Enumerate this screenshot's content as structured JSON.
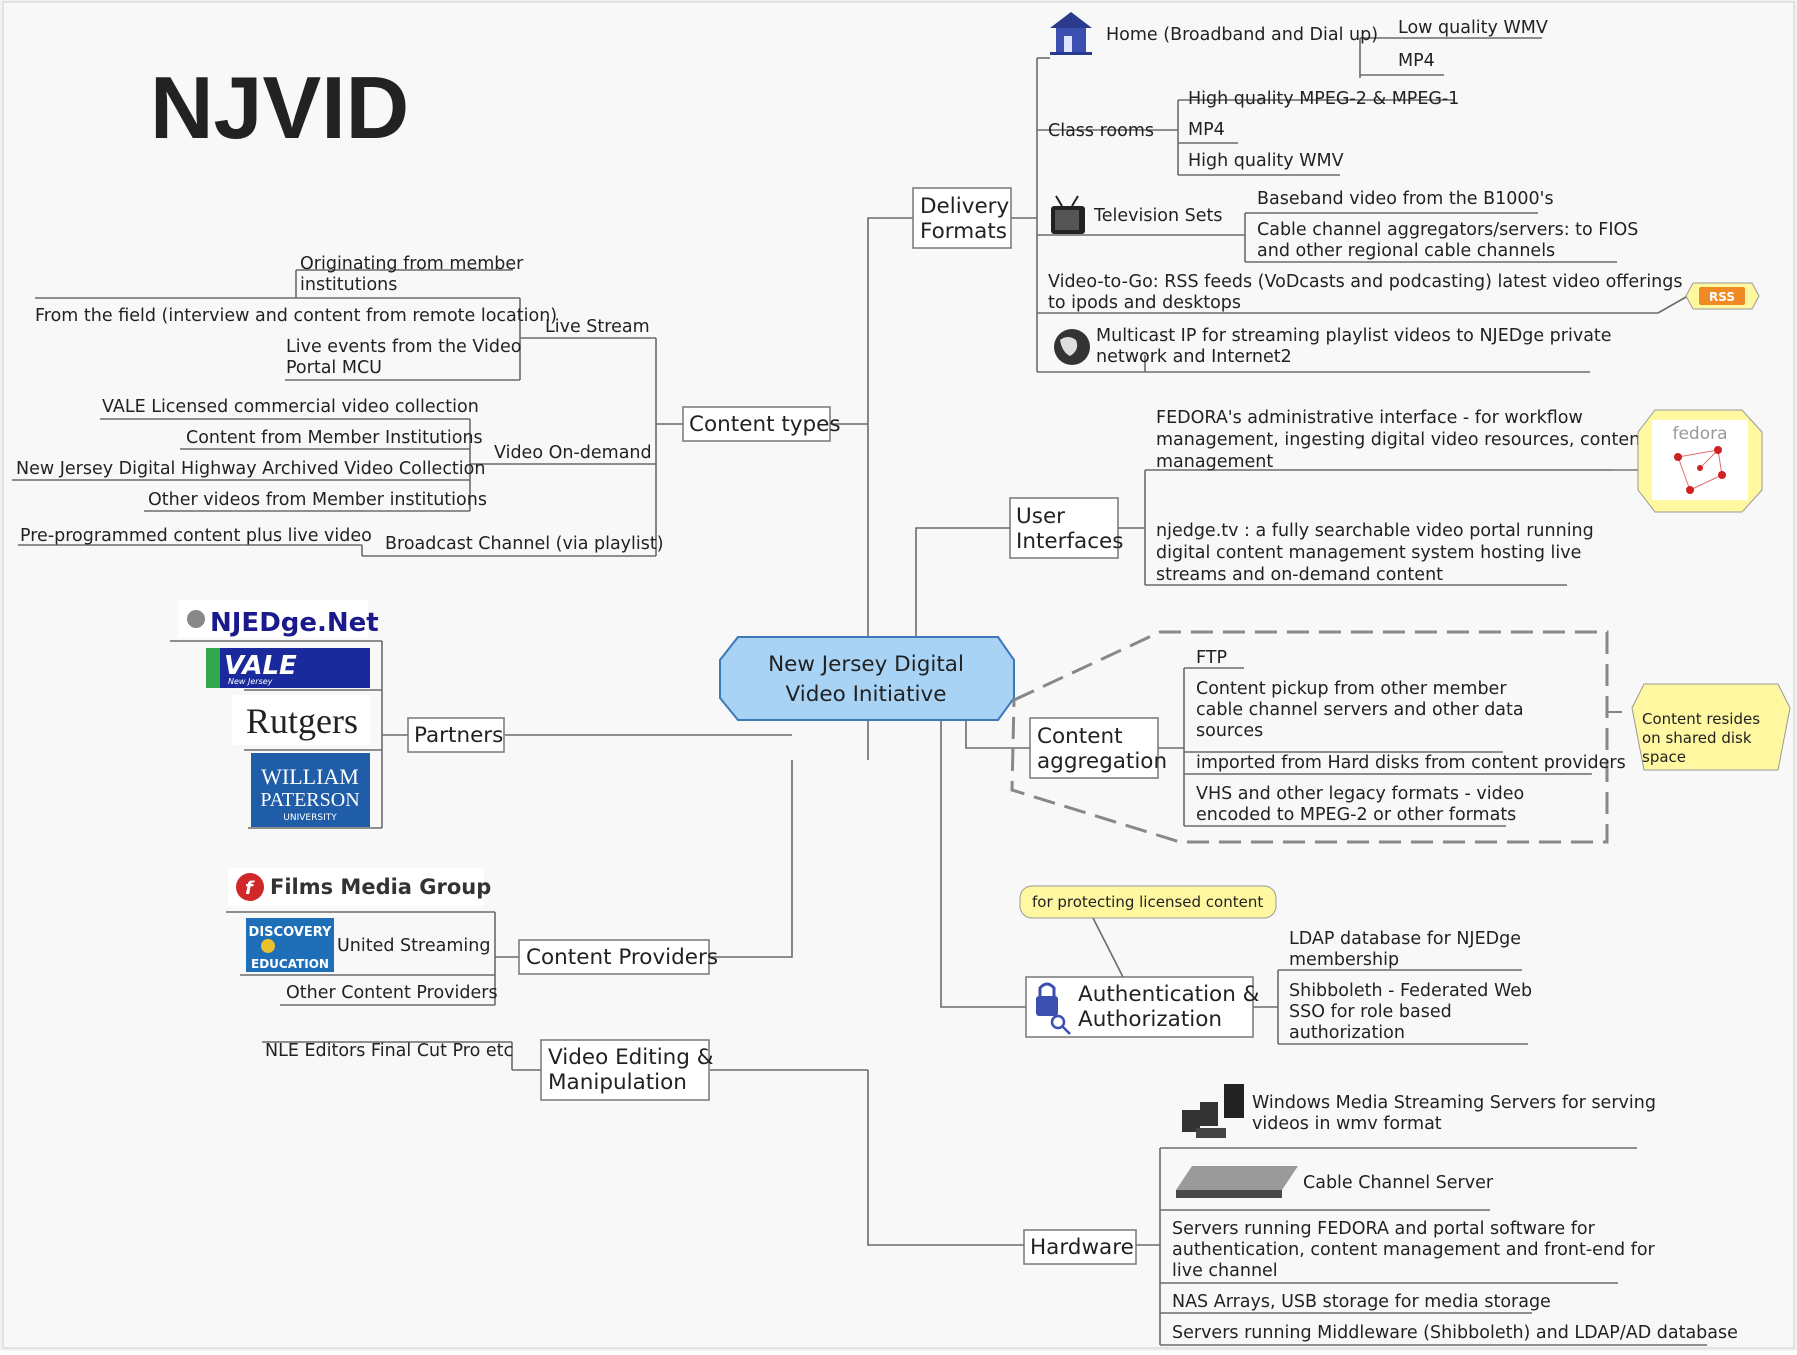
{
  "title": "NJVID",
  "central": [
    "New Jersey Digital",
    "Video Initiative"
  ],
  "delivery": {
    "label": [
      "Delivery",
      "Formats"
    ],
    "home": "Home (Broadband and Dial up)",
    "home_low": "Low quality WMV",
    "home_mp4": "MP4",
    "classrooms": "Class rooms",
    "cls_mpeg": "High quality MPEG-2 & MPEG-1",
    "cls_mp4": "MP4",
    "cls_wmv": "High quality WMV",
    "tv": "Television Sets",
    "tv_baseband": "Baseband video from the B1000's",
    "tv_cable": [
      "Cable channel aggregators/servers: to FIOS",
      "and other regional cable channels"
    ],
    "togo": [
      "Video-to-Go: RSS feeds (VoDcasts and podcasting) latest video offerings",
      "to ipods and desktops"
    ],
    "rss": "RSS",
    "multicast": [
      "Multicast IP for streaming  playlist videos to NJEDge private",
      "network and Internet2"
    ]
  },
  "content_types": {
    "label": "Content types",
    "live_stream": "Live Stream",
    "ls_origin": [
      "Originating from member",
      "institutions"
    ],
    "ls_field": "From the field (interview and content from remote location)",
    "ls_events": [
      "Live events from the Video",
      "Portal MCU"
    ],
    "vod": "Video On-demand",
    "vod_vale": "VALE Licensed commercial video collection",
    "vod_member": "Content from Member Institutions",
    "vod_njdh": "New Jersey Digital Highway Archived Video Collection",
    "vod_other": "Other videos from Member institutions",
    "broadcast": "Broadcast Channel (via playlist)",
    "bc_pre": "Pre-programmed content plus live video"
  },
  "user_interfaces": {
    "label": [
      "User",
      "Interfaces"
    ],
    "fedora_desc": [
      "FEDORA's administrative interface - for workflow",
      "management, ingesting digital video resources, content",
      "management"
    ],
    "fedora_logo": "fedora",
    "njedge_tv": [
      "njedge.tv : a fully searchable video portal running",
      "digital content management system hosting live",
      "streams and on-demand content"
    ]
  },
  "aggregation": {
    "label": [
      "Content",
      "aggregation"
    ],
    "ftp": "FTP",
    "pickup": [
      "Content pickup from other member",
      "cable channel servers and other data",
      "sources"
    ],
    "hard_disks": "imported from Hard disks from content providers",
    "vhs": [
      "VHS and other legacy formats - video",
      "encoded to MPEG-2 or other formats"
    ],
    "callout": [
      "Content resides",
      "on shared disk",
      "space"
    ]
  },
  "partners": {
    "label": "Partners",
    "njedge_logo": "NJEDge.Net",
    "vale_logo": "VALE",
    "vale_sub": "New Jersey",
    "rutgers": "Rutgers",
    "wp_logo": [
      "WILLIAM",
      "PATERSON",
      "UNIVERSITY"
    ]
  },
  "providers": {
    "label": "Content Providers",
    "films": "Films Media Group",
    "discovery_logo": [
      "DISCOVERY",
      "EDUCATION"
    ],
    "united": "United Streaming",
    "other": "Other Content Providers"
  },
  "auth": {
    "label": [
      "Authentication &",
      "Authorization"
    ],
    "callout": "for protecting licensed content",
    "ldap": [
      "LDAP database for NJEDge",
      "membership"
    ],
    "shib": [
      "Shibboleth - Federated Web",
      "SSO for role based",
      "authorization"
    ]
  },
  "editing": {
    "label": [
      "Video Editing &",
      "Manipulation"
    ],
    "nle": "NLE Editors Final Cut Pro etc"
  },
  "hardware": {
    "label": "Hardware",
    "wms": [
      "Windows Media Streaming Servers for serving",
      "videos in wmv format"
    ],
    "cable_server": "Cable Channel Server",
    "fedora_servers": [
      "Servers running FEDORA and portal software for",
      "authentication, content management and front-end for",
      "live channel"
    ],
    "nas": "NAS Arrays, USB storage for media storage",
    "middleware": "Servers running Middleware (Shibboleth) and LDAP/AD database"
  },
  "colors": {
    "central_fill": "#a9d3f5",
    "callout_fill": "#fff8a0",
    "rss_fill": "#f08a24",
    "vale_blue": "#1a2a9c",
    "wp_blue": "#1f5da8"
  }
}
